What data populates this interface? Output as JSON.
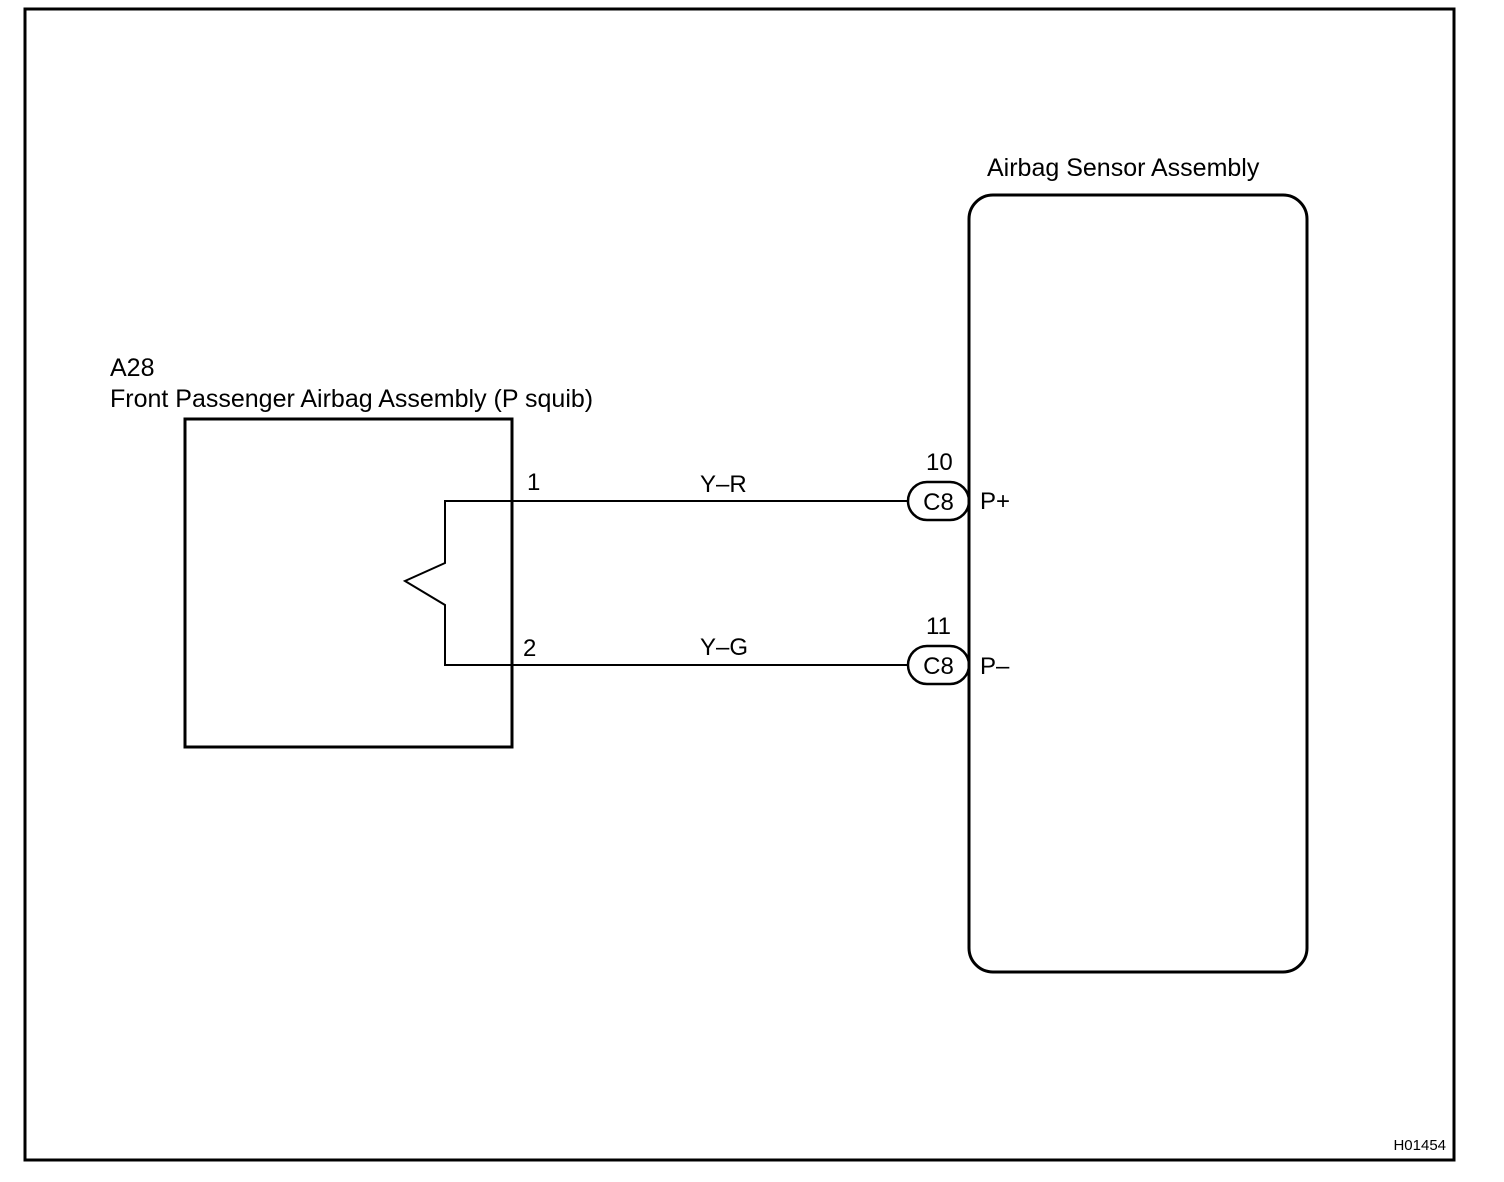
{
  "sensor": {
    "title": "Airbag Sensor Assembly"
  },
  "squib": {
    "code": "A28",
    "title": "Front Passenger Airbag Assembly (P squib)"
  },
  "wires": [
    {
      "squib_pin": "1",
      "color": "Y–R",
      "connector_pin": "10",
      "connector": "C8",
      "terminal": "P+"
    },
    {
      "squib_pin": "2",
      "color": "Y–G",
      "connector_pin": "11",
      "connector": "C8",
      "terminal": "P–"
    }
  ],
  "figure_code": "H01454"
}
